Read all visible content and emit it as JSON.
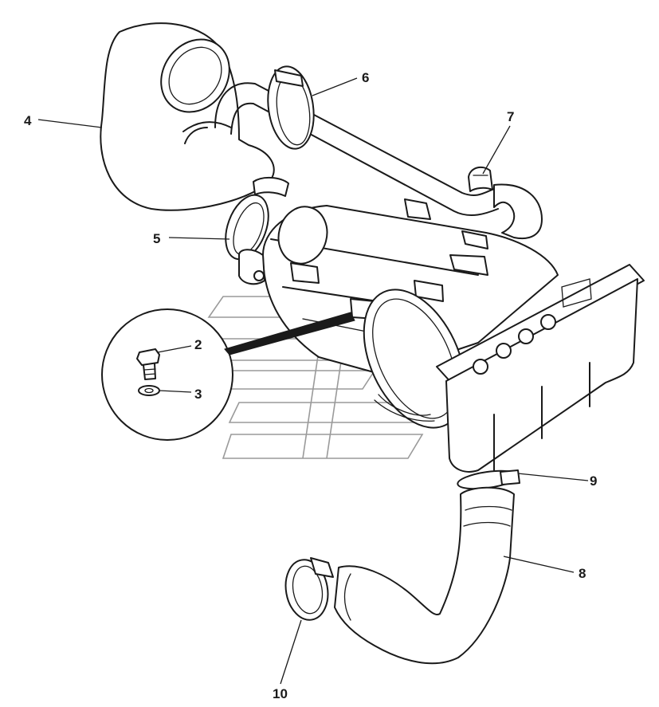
{
  "callouts": {
    "c2": "2",
    "c3": "3",
    "c4": "4",
    "c5": "5",
    "c6": "6",
    "c7": "7",
    "c8": "8",
    "c9": "9",
    "c10": "10"
  },
  "colors": {
    "line": "#1a1a1a",
    "watermark": "#9a9a9a",
    "background": "#ffffff"
  }
}
